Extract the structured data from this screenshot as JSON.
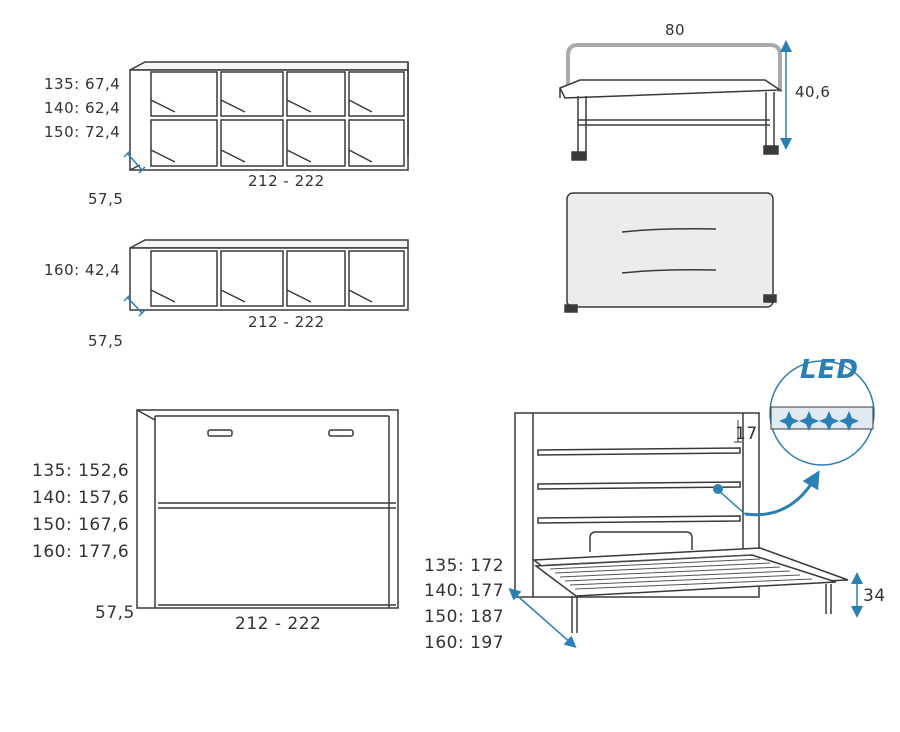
{
  "top_bench": {
    "heights": [
      "135: 67,4",
      "140: 62,4",
      "150: 72,4"
    ],
    "depth": "57,5",
    "width": "212 - 222"
  },
  "low_bench": {
    "heights": [
      "160: 42,4"
    ],
    "depth": "57,5",
    "width": "212 - 222"
  },
  "headboard_frame": {
    "width": "80",
    "height": "40,6"
  },
  "wall_bed_closed": {
    "heights": [
      "135: 152,6",
      "140: 157,6",
      "150: 167,6",
      "160: 177,6"
    ],
    "depth": "57,5",
    "width": "212 - 222"
  },
  "wall_bed_open": {
    "lengths": [
      "135: 172",
      "140: 177",
      "150: 187",
      "160: 197"
    ],
    "shelf_gap": "17",
    "bed_height": "34",
    "led_label": "LED"
  },
  "colors": {
    "line": "#3a3a3a",
    "accent": "#2a7fb3",
    "panel": "#ececec"
  }
}
